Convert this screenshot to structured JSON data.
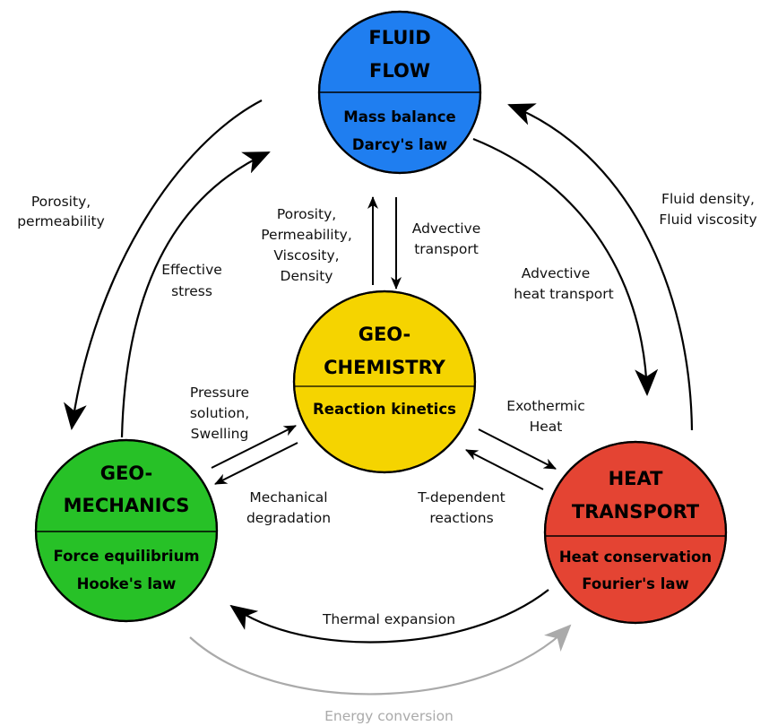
{
  "colors": {
    "fluid": "#1f7ef0",
    "chem": "#f5d400",
    "mech": "#27c127",
    "heat": "#e44433",
    "arrow": "#000000",
    "energy_arrow": "#aaaaaa"
  },
  "nodes": {
    "fluid": {
      "title1": "FLUID",
      "title2": "FLOW",
      "line1": "Mass balance",
      "line2": "Darcy's law"
    },
    "chem": {
      "title1": "GEO-",
      "title2": "CHEMISTRY",
      "line1": "Reaction kinetics"
    },
    "mech": {
      "title1": "GEO-",
      "title2": "MECHANICS",
      "line1": "Force equilibrium",
      "line2": "Hooke's law"
    },
    "heat": {
      "title1": "HEAT",
      "title2": "TRANSPORT",
      "line1": "Heat conservation",
      "line2": "Fourier's law"
    }
  },
  "labels": {
    "porosity_perm": [
      "Porosity,",
      "permeability"
    ],
    "effective_stress": [
      "Effective",
      "stress"
    ],
    "fluid_props": [
      "Fluid density,",
      "Fluid viscosity"
    ],
    "adv_heat": [
      "Advective",
      "heat transport"
    ],
    "chem_to_fluid": [
      "Porosity,",
      "Permeability,",
      "Viscosity,",
      "Density"
    ],
    "adv_transport": [
      "Advective",
      "transport"
    ],
    "pressure_solution": [
      "Pressure",
      "solution,",
      "Swelling"
    ],
    "mech_degradation": [
      "Mechanical",
      "degradation"
    ],
    "exothermic": [
      "Exothermic",
      "Heat"
    ],
    "t_dependent": [
      "T-dependent",
      "reactions"
    ],
    "thermal_expansion": "Thermal expansion",
    "energy_conversion": "Energy conversion"
  }
}
